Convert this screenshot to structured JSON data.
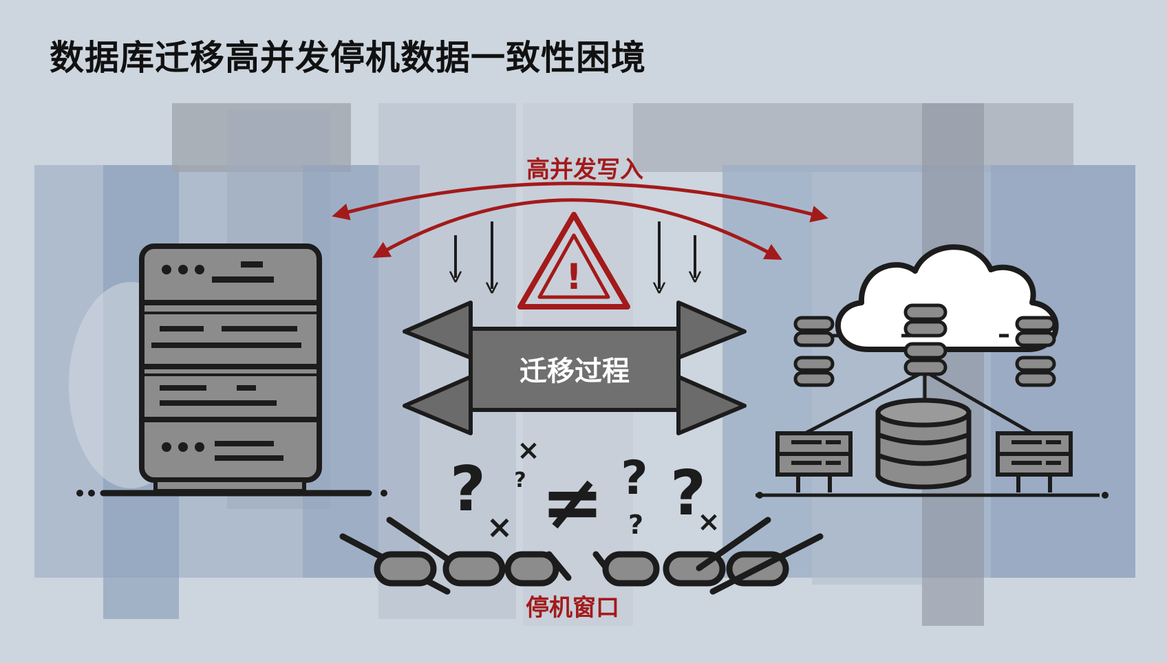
{
  "title": "数据库迁移高并发停机数据一致性困境",
  "labels": {
    "high_concurrency_write": "高并发写入",
    "migration_process": "迁移过程",
    "downtime_window": "停机窗口",
    "warning_mark": "!",
    "not_equal": "≠",
    "question": "?",
    "cross": "×"
  },
  "colors": {
    "background": "#cdd5de",
    "accent_red": "#a31a1a",
    "server_gray": "#8c8c8c",
    "outline": "#1c1c1c",
    "block_blue": "#8fa2bd",
    "block_gray": "#9ea3aa"
  },
  "icons": [
    "server-rack-icon",
    "cloud-icon",
    "database-icon",
    "warning-triangle-icon",
    "broken-chain-icon"
  ]
}
